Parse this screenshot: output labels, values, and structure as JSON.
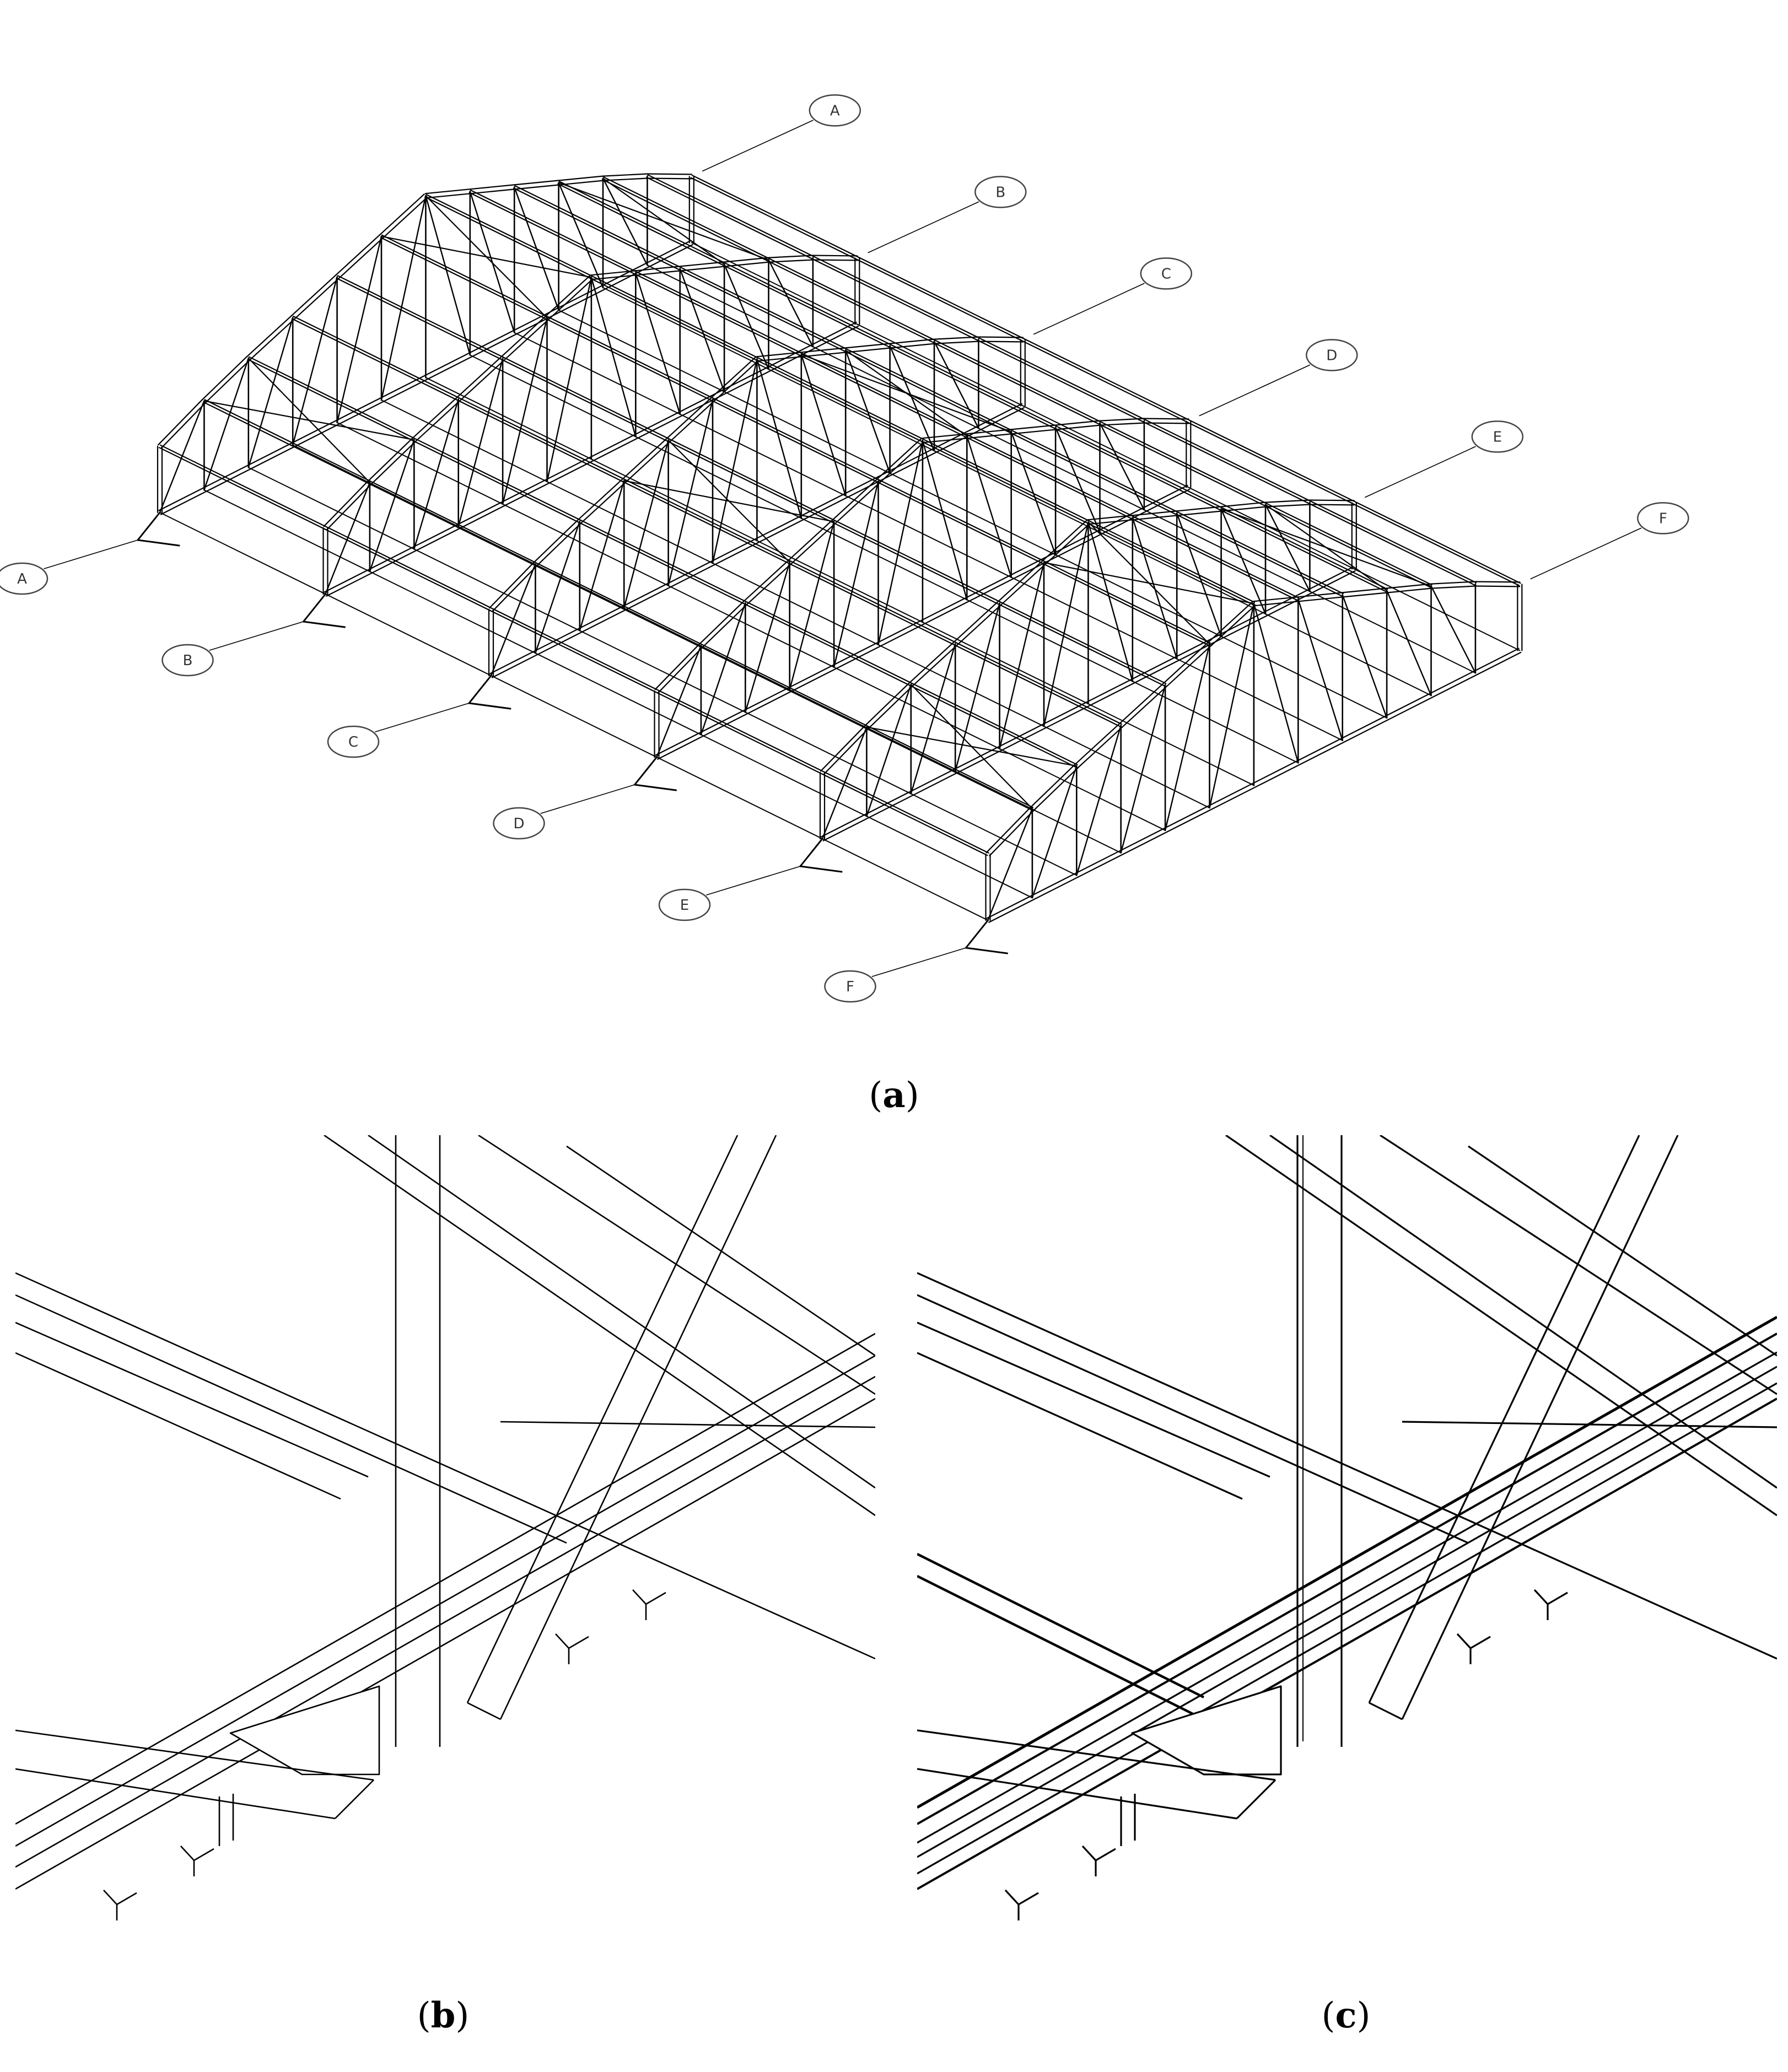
{
  "figure": {
    "grid_labels": [
      "A",
      "B",
      "C",
      "D",
      "E",
      "F"
    ],
    "captions": {
      "a": "a",
      "b": "b",
      "c": "c"
    },
    "colors": {
      "line": "#000000",
      "background": "#ffffff",
      "bubble_stroke": "#444444"
    }
  }
}
